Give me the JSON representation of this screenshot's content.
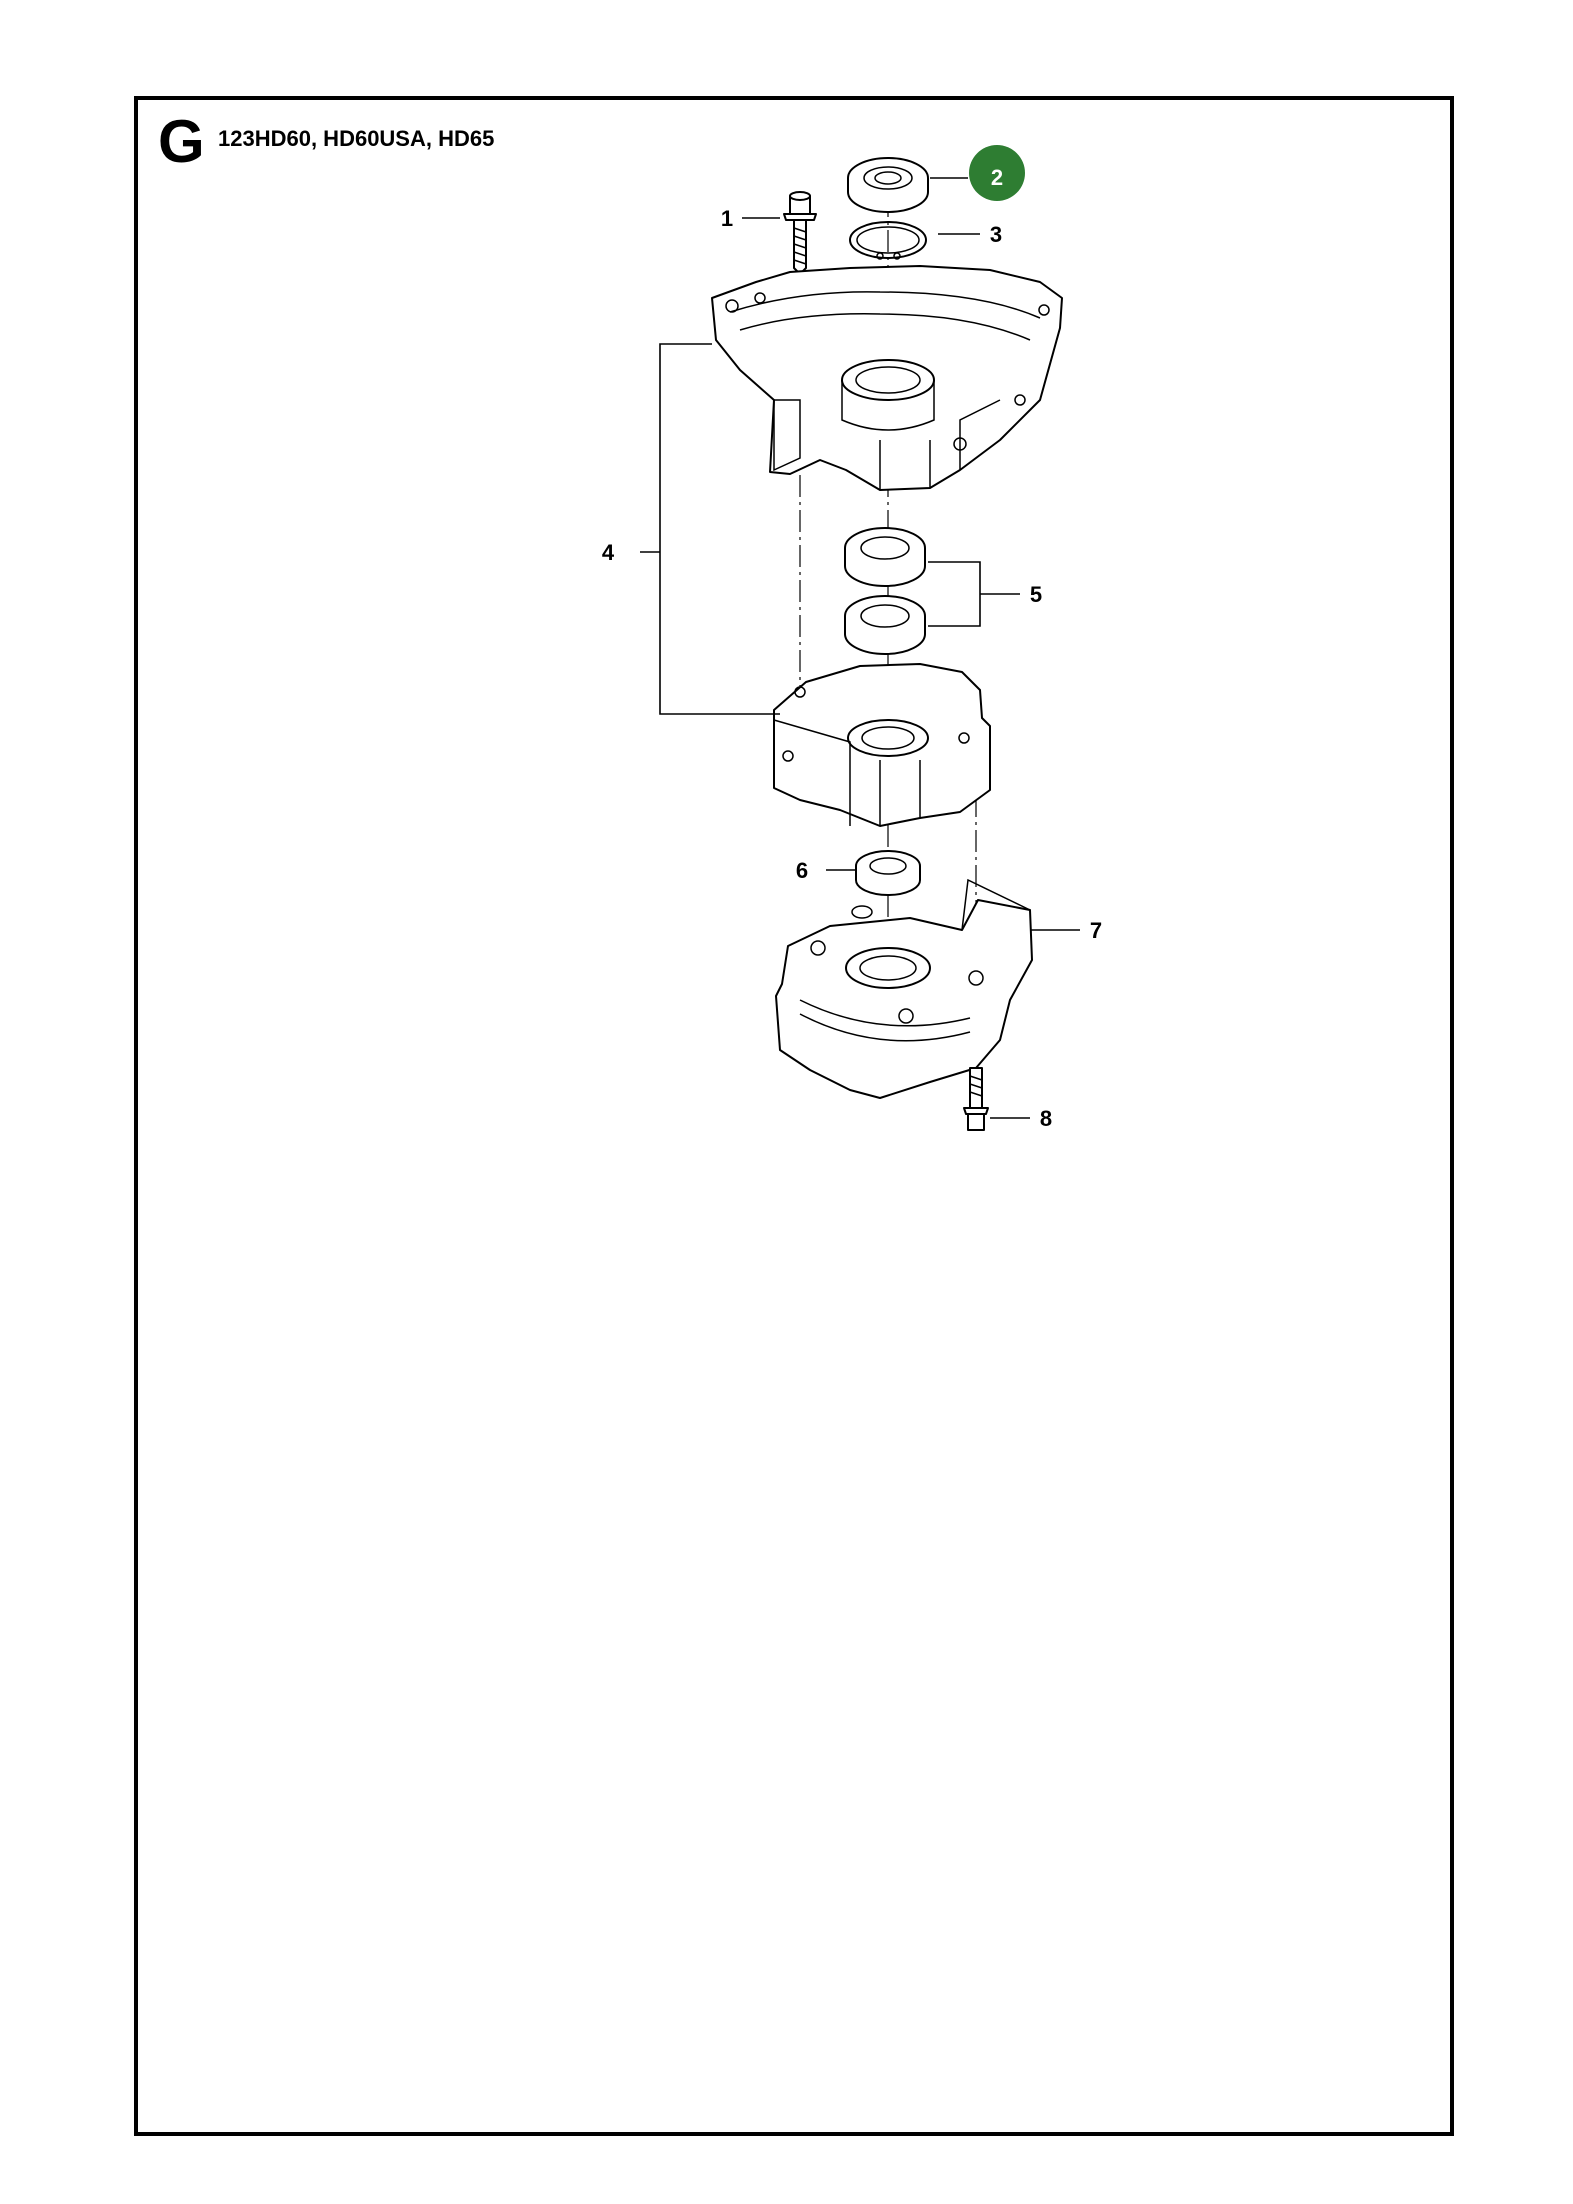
{
  "section": {
    "letter": "G",
    "models": "123HD60, HD60USA, HD65"
  },
  "highlight": {
    "number": "2",
    "color": "#2e7d32"
  },
  "parts": [
    {
      "number": "1",
      "name": "screw"
    },
    {
      "number": "3",
      "name": "circlip"
    },
    {
      "number": "4",
      "name": "crankcase"
    },
    {
      "number": "5",
      "name": "bearings"
    },
    {
      "number": "6",
      "name": "seal"
    },
    {
      "number": "7",
      "name": "gear housing"
    },
    {
      "number": "8",
      "name": "screw"
    }
  ]
}
